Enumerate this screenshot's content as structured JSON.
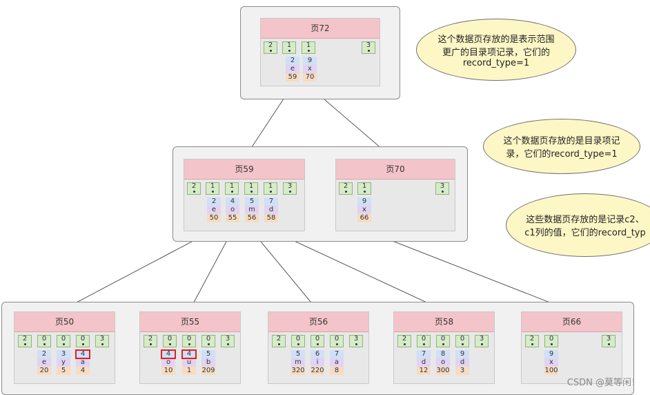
{
  "pages": [
    {
      "id": "p72",
      "label": "页72",
      "dir": [
        "2",
        "1",
        "1",
        "3"
      ],
      "records": [
        {
          "k": "2",
          "v": "e",
          "p": "59"
        },
        {
          "k": "9",
          "v": "x",
          "p": "70"
        }
      ]
    },
    {
      "id": "p59",
      "label": "页59",
      "dir": [
        "2",
        "1",
        "1",
        "1",
        "1",
        "3"
      ],
      "records": [
        {
          "k": "2",
          "v": "e",
          "p": "50"
        },
        {
          "k": "4",
          "v": "o",
          "p": "55"
        },
        {
          "k": "5",
          "v": "m",
          "p": "56"
        },
        {
          "k": "7",
          "v": "d",
          "p": "58"
        }
      ]
    },
    {
      "id": "p70",
      "label": "页70",
      "dir": [
        "2",
        "1",
        "3"
      ],
      "records": [
        {
          "k": "9",
          "v": "x",
          "p": "66"
        }
      ]
    },
    {
      "id": "p50",
      "label": "页50",
      "dir": [
        "2",
        "0",
        "0",
        "0",
        "3"
      ],
      "records": [
        {
          "k": "2",
          "v": "e",
          "p": "20"
        },
        {
          "k": "3",
          "v": "y",
          "p": "5"
        },
        {
          "k": "4",
          "v": "a",
          "p": "4"
        }
      ]
    },
    {
      "id": "p55",
      "label": "页55",
      "dir": [
        "2",
        "0",
        "0",
        "0",
        "3"
      ],
      "records": [
        {
          "k": "4",
          "v": "o",
          "p": "10"
        },
        {
          "k": "4",
          "v": "u",
          "p": "1"
        },
        {
          "k": "5",
          "v": "b",
          "p": "209"
        }
      ]
    },
    {
      "id": "p56",
      "label": "页56",
      "dir": [
        "2",
        "0",
        "0",
        "0",
        "3"
      ],
      "records": [
        {
          "k": "5",
          "v": "m",
          "p": "320"
        },
        {
          "k": "6",
          "v": "i",
          "p": "220"
        },
        {
          "k": "7",
          "v": "a",
          "p": "8"
        }
      ]
    },
    {
      "id": "p58",
      "label": "页58",
      "dir": [
        "2",
        "0",
        "0",
        "0",
        "3"
      ],
      "records": [
        {
          "k": "7",
          "v": "d",
          "p": "12"
        },
        {
          "k": "8",
          "v": "o",
          "p": "300"
        },
        {
          "k": "9",
          "v": "d",
          "p": "3"
        }
      ]
    },
    {
      "id": "p66",
      "label": "页66",
      "dir": [
        "2",
        "0",
        "3"
      ],
      "records": [
        {
          "k": "9",
          "v": "x",
          "p": "100"
        }
      ]
    }
  ],
  "callouts": {
    "top": [
      "这个数据页存放的是表示范围",
      "更广的目录项记录，它们的",
      "record_type=1"
    ],
    "middle": [
      "这个数据页存放的是目录项记",
      "录，它们的record_type=1"
    ],
    "bottom": [
      "这些数据页存放的是记录c2、",
      "c1列的值，它们的record_typ"
    ]
  },
  "highlight": {
    "page": "p50",
    "record_index": 2,
    "also_page": "p55",
    "also_indices": [
      0,
      1
    ]
  },
  "watermark": "CSDN @莫等闲！",
  "colors": {
    "header": "#f3c4c9",
    "dir_cell": "#d6ecc9",
    "key": "#cfe0f7",
    "value": "#e2d3f2",
    "pointer": "#f7dcc1",
    "highlight": "#e02020"
  }
}
